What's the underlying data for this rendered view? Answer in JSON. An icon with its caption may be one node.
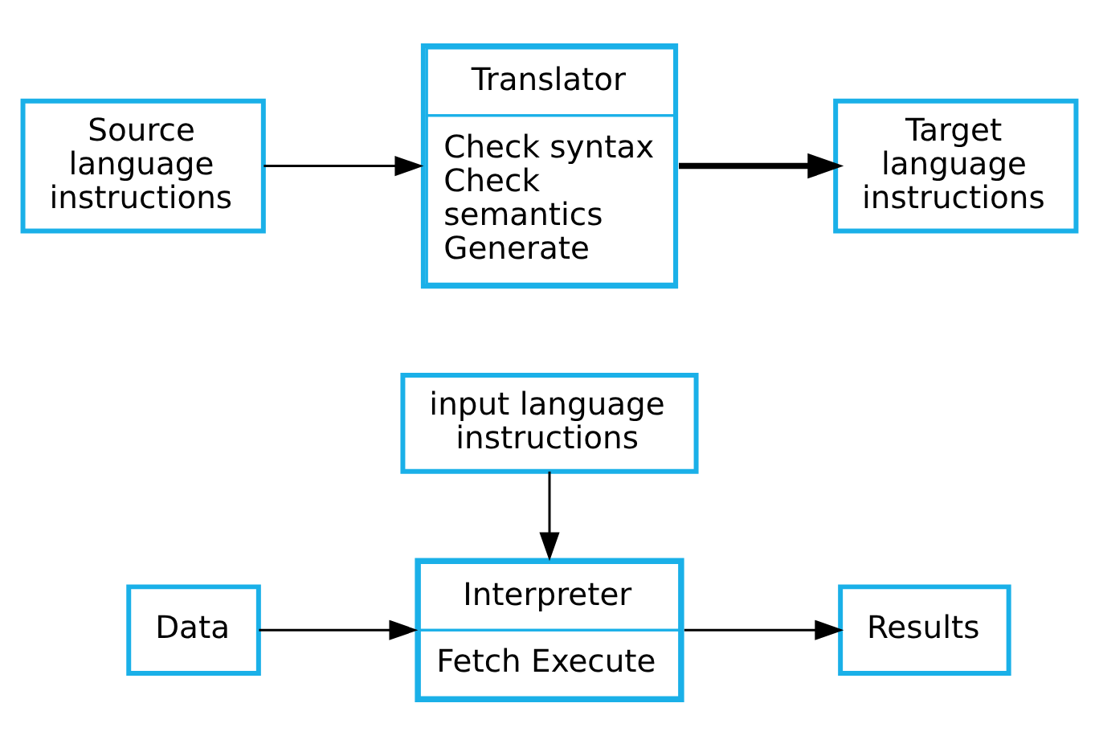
{
  "diagram": {
    "nodes": [
      {
        "text": [
          "Source language instructions"
        ]
      },
      {
        "text": [
          "Translator",
          "Check syntax Check semantics Generate"
        ]
      },
      {
        "text": [
          "Target language instructions"
        ]
      },
      {
        "text": [
          "input language instructions"
        ]
      },
      {
        "text": [
          "Data"
        ]
      },
      {
        "text": [
          "Interpreter",
          "Fetch Execute"
        ]
      },
      {
        "text": [
          "Results"
        ]
      }
    ],
    "edges": [
      {
        "from": 0,
        "to": 1,
        "arrow": "to"
      },
      {
        "from": 1,
        "to": 2,
        "arrow": "to",
        "style": "thick"
      },
      {
        "from": 3,
        "to": 5,
        "arrow": "to"
      },
      {
        "from": 4,
        "to": 5,
        "arrow": "to"
      },
      {
        "from": 5,
        "to": 6,
        "arrow": "to"
      }
    ]
  }
}
